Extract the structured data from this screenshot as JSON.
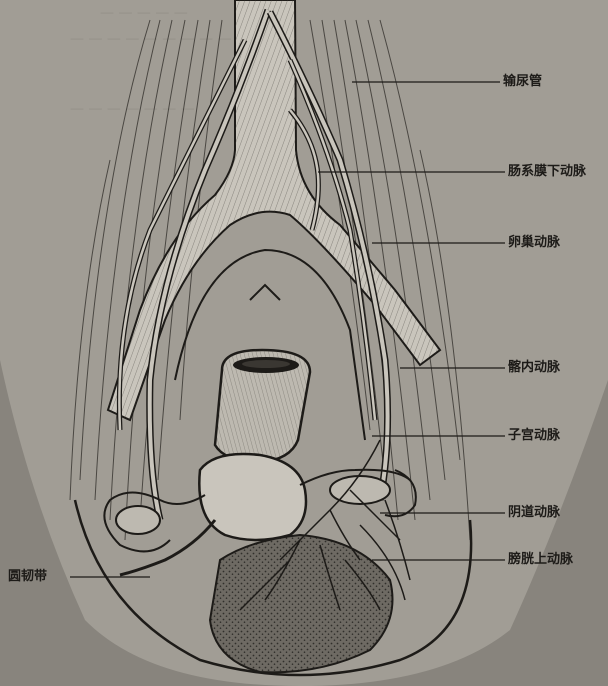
{
  "figure": {
    "labels": {
      "ureter": "输尿管",
      "inferior_mesenteric_artery": "肠系膜下动脉",
      "ovarian_artery": "卵巢动脉",
      "internal_iliac_artery": "髂内动脉",
      "uterine_artery": "子宫动脉",
      "vaginal_artery": "阴道动脉",
      "superior_vesical_artery": "膀胱上动脉",
      "round_ligament": "圆韧带"
    },
    "colors": {
      "paper": "#a19d95",
      "ink": "#1d1b18",
      "vessel_fill": "#c9c5bc",
      "dark_area": "#4e4b45"
    }
  }
}
